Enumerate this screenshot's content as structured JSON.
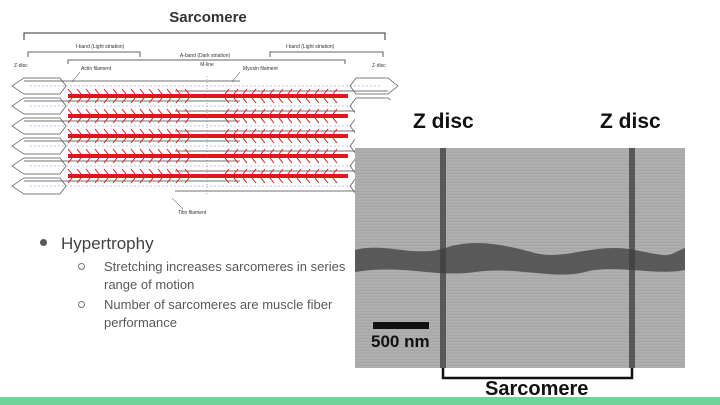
{
  "diagram": {
    "title": "Sarcomere",
    "labels": {
      "i_band_left": "I-band (Light striation)",
      "i_band_right": "I-band (Light striation)",
      "a_band": "A-band (Dark striation)",
      "m_line": "M-line",
      "z_disc_left": "Z-disc",
      "z_disc_right": "Z-disc",
      "actin": "Actin filament",
      "myosin": "Myosin filament",
      "titin": "Titin filament"
    },
    "colors": {
      "myosin": "#e0161e",
      "actin": "#444444",
      "titin": "#7a8fd6"
    }
  },
  "bullets": {
    "main": "Hypertrophy",
    "items": [
      "Stretching increases sarcomeres in series range of motion",
      "Number of sarcomeres are muscle fiber performance"
    ]
  },
  "micrograph": {
    "z_disc_left": "Z disc",
    "z_disc_right": "Z disc",
    "scale": "500 nm",
    "sarcomere": "Sarcomere"
  },
  "theme": {
    "accent": "#6fd39a"
  }
}
